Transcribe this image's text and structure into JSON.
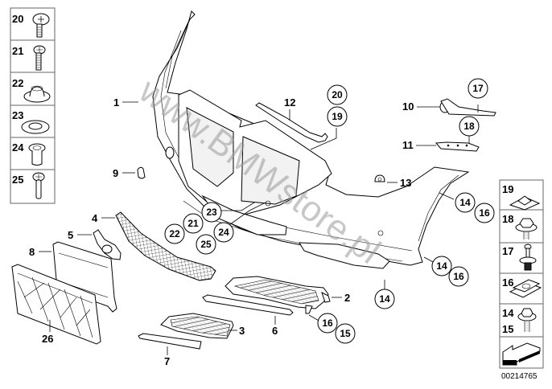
{
  "diagram": {
    "title": "Front bumper trim panel parts diagram",
    "watermark": "www.BMWstore.pl",
    "document_number": "00214765",
    "callouts": {
      "p1": "1",
      "p2": "2",
      "p3": "3",
      "p4": "4",
      "p5": "5",
      "p6": "6",
      "p7": "7",
      "p8": "8",
      "p9": "9",
      "p10": "10",
      "p11": "11",
      "p12": "12",
      "p13": "13",
      "p26": "26"
    },
    "circled": {
      "c20": "20",
      "c19": "19",
      "c17": "17",
      "c18": "18",
      "c14a": "14",
      "c16a": "16",
      "c14b": "14",
      "c16b": "16",
      "c14c": "14",
      "c16c": "16",
      "c15c": "15",
      "c23": "23",
      "c21": "21",
      "c22": "22",
      "c24": "24",
      "c25": "25"
    },
    "left_legend": [
      {
        "num": "20",
        "icon": "torx-bolt"
      },
      {
        "num": "21",
        "icon": "screw"
      },
      {
        "num": "22",
        "icon": "cap"
      },
      {
        "num": "23",
        "icon": "washer"
      },
      {
        "num": "24",
        "icon": "sleeve"
      },
      {
        "num": "25",
        "icon": "bolt"
      }
    ],
    "right_legend": [
      {
        "num": "19",
        "icon": "square-nut"
      },
      {
        "num": "18",
        "icon": "hex-screw"
      },
      {
        "num": "17",
        "icon": "expanding-rivet"
      },
      {
        "num": "16",
        "icon": "clip-nut"
      },
      {
        "num": "14",
        "num2": "15",
        "icon": "hex-self-tapping-screw"
      },
      {
        "num": "",
        "icon": "arrow-direction"
      }
    ]
  }
}
